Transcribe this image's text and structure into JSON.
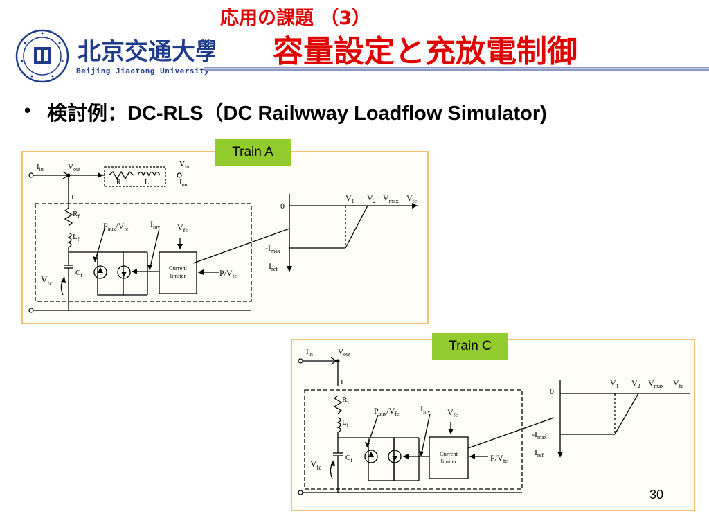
{
  "header": {
    "subtitle": "応用の課題 （3）",
    "title": "容量設定と充放電制御",
    "logo_chinese": "北京交通大學",
    "logo_english": "Beijing Jiaotong University"
  },
  "bullet": {
    "label": "検討例：",
    "text": "DC-RLS（DC Railwway Loadflow Simulator)"
  },
  "diagram_a": {
    "tag": "Train A",
    "i_in": "I",
    "i_in_sub": "in",
    "v_out": "V",
    "v_out_sub": "out",
    "v_in": "V",
    "v_in_sub": "in",
    "i_out": "I",
    "i_out_sub": "out",
    "r": "R",
    "l": "L",
    "i": "I",
    "rf": "R",
    "rf_sub": "f",
    "lf": "L",
    "lf_sub": "f",
    "cf": "C",
    "cf_sub": "f",
    "vfc_left": "V",
    "vfc_left_sub": "fc",
    "paux": "P",
    "paux_sub": "aux",
    "paux_slash": "/V",
    "paux_slash_sub": "fc",
    "iinv": "I",
    "iinv_sub": "inv",
    "vfc_top": "V",
    "vfc_top_sub": "fc",
    "limiter_line1": "Current",
    "limiter_line2": "limiter",
    "pvfc": "P/V",
    "pvfc_sub": "fc",
    "g_zero": "0",
    "g_v1": "V",
    "g_v1_sub": "1",
    "g_v2": "V",
    "g_v2_sub": "2",
    "g_vmax": "V",
    "g_vmax_sub": "max",
    "g_vfc": "V",
    "g_vfc_sub": "fc",
    "g_imax": "-I",
    "g_imax_sub": "max",
    "g_iref": "I",
    "g_iref_sub": "ref"
  },
  "diagram_c": {
    "tag": "Train C",
    "i_in": "I",
    "i_in_sub": "in",
    "v_out": "V",
    "v_out_sub": "out",
    "i": "I",
    "rf": "R",
    "rf_sub": "f",
    "lf": "L",
    "lf_sub": "f",
    "cf": "C",
    "cf_sub": "f",
    "vfc_left": "V",
    "vfc_left_sub": "fc",
    "paux": "P",
    "paux_sub": "aux",
    "paux_slash": "/V",
    "paux_slash_sub": "fc",
    "iinv": "I",
    "iinv_sub": "inv",
    "vfc_top": "V",
    "vfc_top_sub": "fc",
    "limiter_line1": "Current",
    "limiter_line2": "limiter",
    "pvfc": "P/V",
    "pvfc_sub": "fc",
    "g_zero": "0",
    "g_v1": "V",
    "g_v1_sub": "1",
    "g_v2": "V",
    "g_v2_sub": "2",
    "g_vmax": "V",
    "g_vmax_sub": "max",
    "g_vfc": "V",
    "g_vfc_sub": "fc",
    "g_imax": "-I",
    "g_imax_sub": "max",
    "g_iref": "I",
    "g_iref_sub": "ref"
  },
  "footer": {
    "page_number": "30"
  },
  "colors": {
    "title_red": "#e00000",
    "panel_border": "#f2be70",
    "tag_green": "#92cc2c",
    "logo_blue": "#1f3b8c"
  }
}
